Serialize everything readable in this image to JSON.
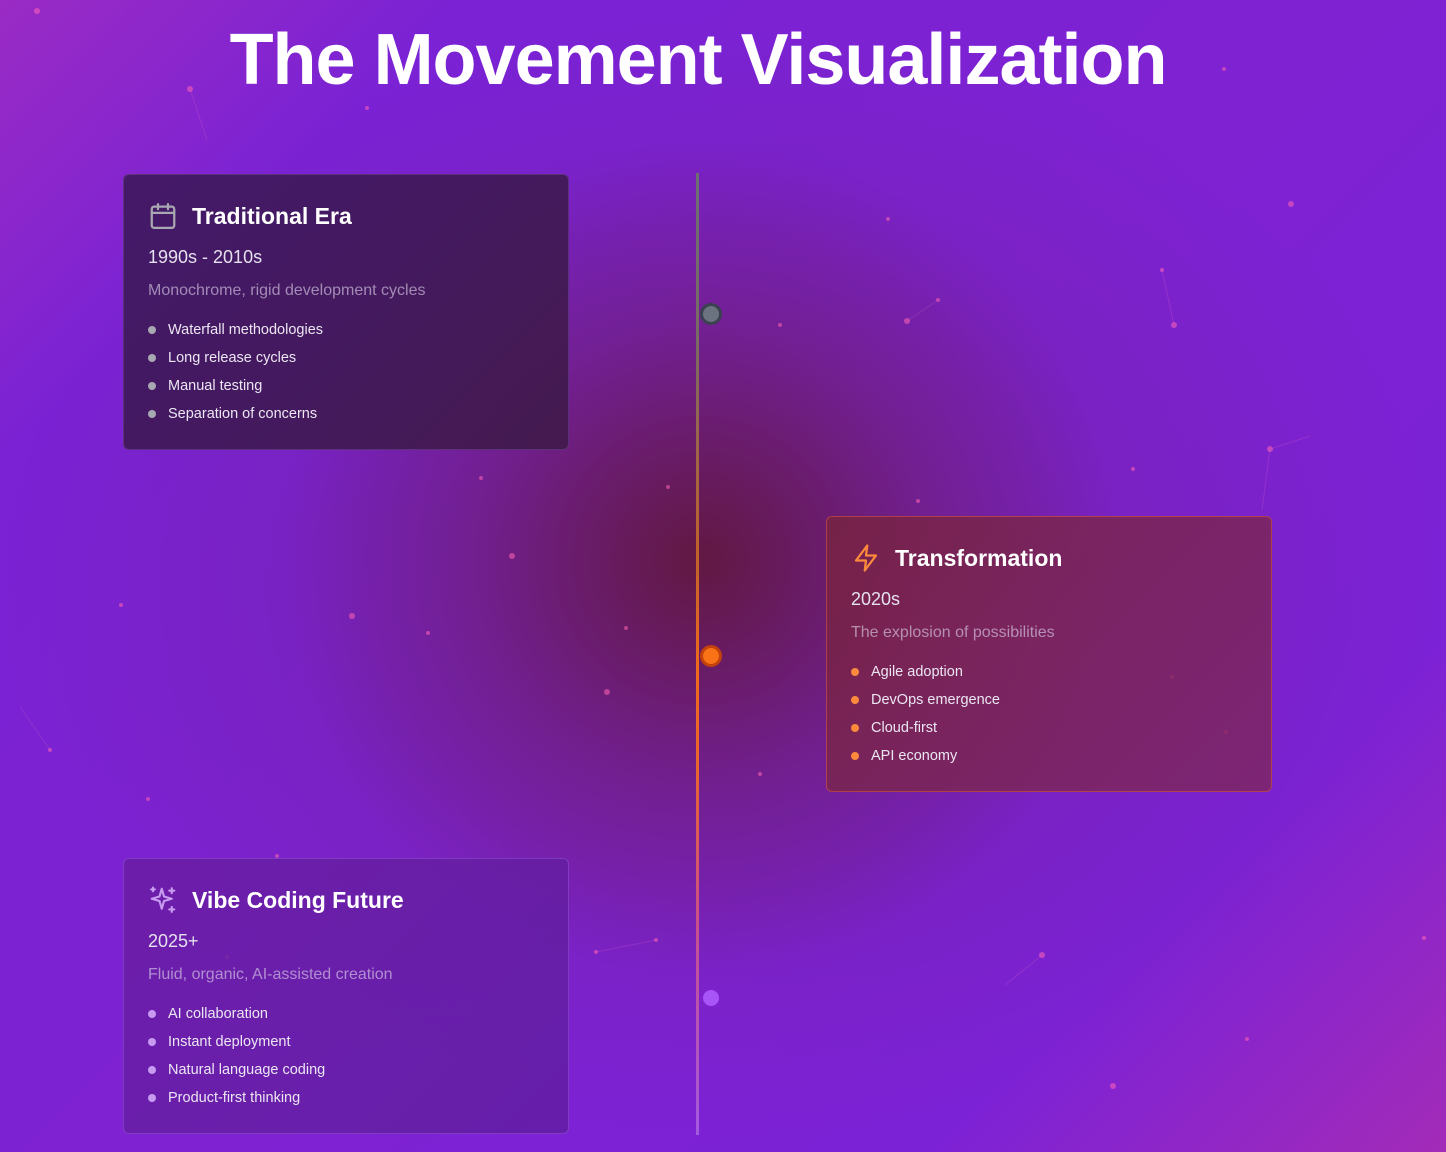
{
  "title": "The Movement Visualization",
  "colors": {
    "traditional": "#6b7280",
    "transformation": "#f97316",
    "future": "#a855f7"
  },
  "eras": [
    {
      "icon": "calendar-icon",
      "title": "Traditional Era",
      "period": "1990s - 2010s",
      "description": "Monochrome, rigid development cycles",
      "items": [
        "Waterfall methodologies",
        "Long release cycles",
        "Manual testing",
        "Separation of concerns"
      ]
    },
    {
      "icon": "lightning-bolt-icon",
      "title": "Transformation",
      "period": "2020s",
      "description": "The explosion of possibilities",
      "items": [
        "Agile adoption",
        "DevOps emergence",
        "Cloud-first",
        "API economy"
      ]
    },
    {
      "icon": "sparkles-icon",
      "title": "Vibe Coding Future",
      "period": "2025+",
      "description": "Fluid, organic, AI-assisted creation",
      "items": [
        "AI collaboration",
        "Instant deployment",
        "Natural language coding",
        "Product-first thinking"
      ]
    }
  ]
}
